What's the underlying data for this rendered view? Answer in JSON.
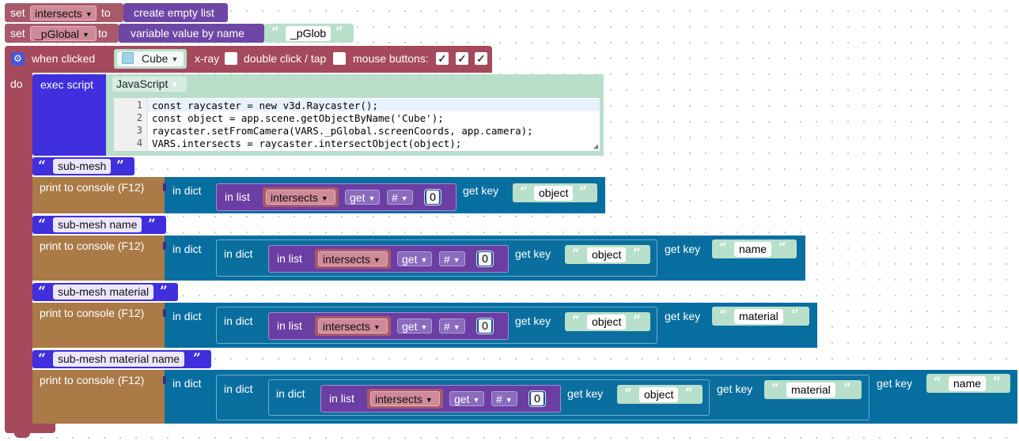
{
  "row1": {
    "set": "set",
    "var": "intersects",
    "to": "to",
    "value": "create empty list"
  },
  "row2": {
    "set": "set",
    "var": "_pGlobal",
    "to": "to",
    "value": "variable value by name",
    "name_string": "_pGlob"
  },
  "event": {
    "when_clicked": "when clicked",
    "object": "Cube",
    "xray_label": "x-ray",
    "xray_checked": false,
    "dbl_label": "double click / tap",
    "dbl_checked": false,
    "mouse_label": "mouse buttons:",
    "mouse_checks": [
      "✓",
      "✓",
      "✓"
    ],
    "do": "do"
  },
  "exec": {
    "label": "exec script",
    "language": "JavaScript",
    "lines": [
      {
        "n": "1",
        "text": "const raycaster = new v3d.Raycaster();"
      },
      {
        "n": "2",
        "text": "const object = app.scene.getObjectByName('Cube');"
      },
      {
        "n": "3",
        "text": "raycaster.setFromCamera(VARS._pGlobal.screenCoords, app.camera);"
      },
      {
        "n": "4",
        "text": "VARS.intersects = raycaster.intersectObject(object);"
      }
    ]
  },
  "common": {
    "print": "print to console (F12)",
    "in_dict": "in dict",
    "in_list": "in list",
    "list_var": "intersects",
    "get": "get",
    "hash": "#",
    "index": "0",
    "get_key": "get key"
  },
  "sections": [
    {
      "comment": "sub-mesh",
      "keys": [
        "object"
      ]
    },
    {
      "comment": "sub-mesh name",
      "keys": [
        "object",
        "name"
      ]
    },
    {
      "comment": "sub-mesh material",
      "keys": [
        "object",
        "material"
      ]
    },
    {
      "comment": "sub-mesh material name",
      "keys": [
        "object",
        "material",
        "name"
      ]
    }
  ]
}
